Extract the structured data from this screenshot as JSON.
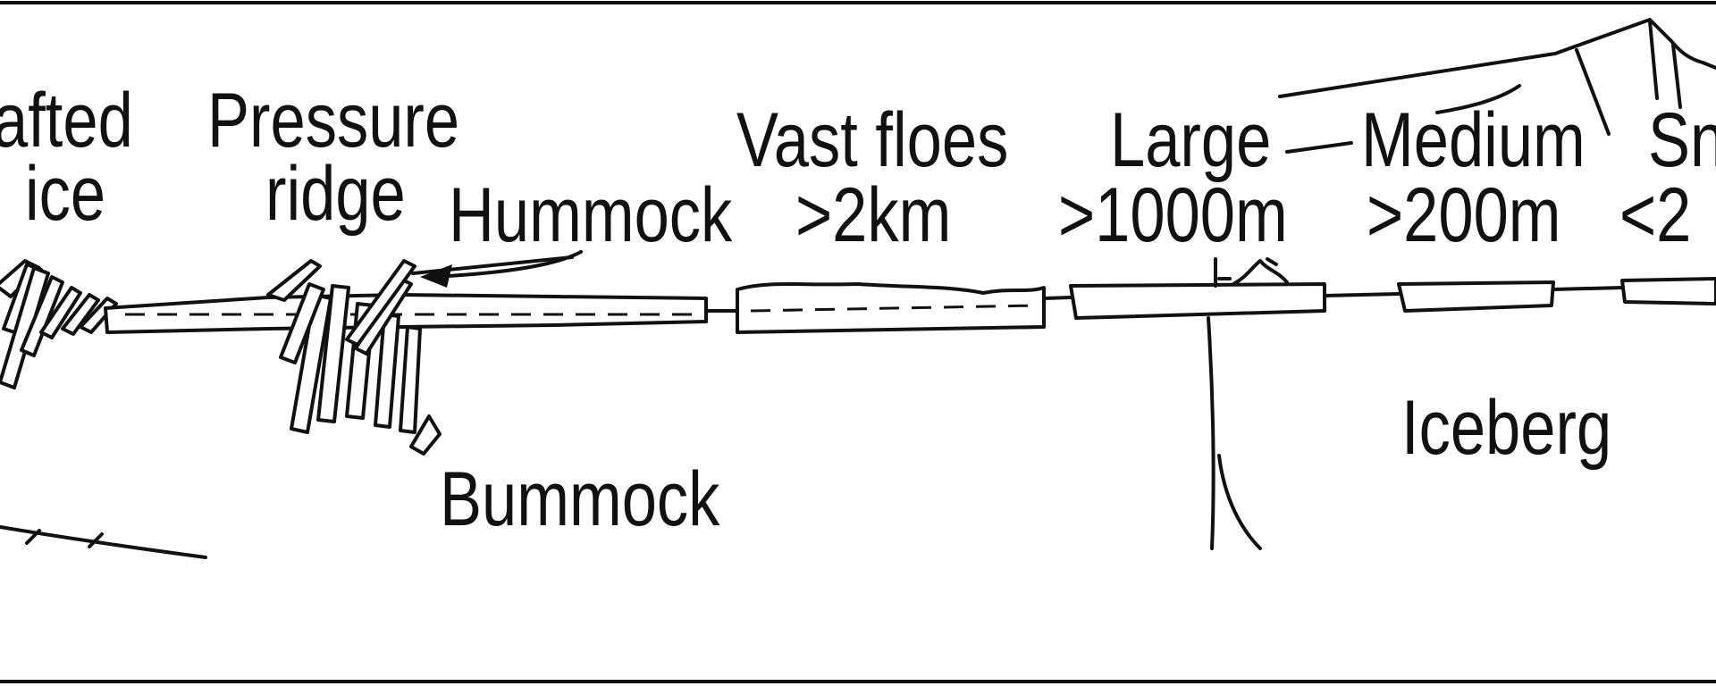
{
  "labels": {
    "rafted_line1": "afted",
    "rafted_line2": "ice",
    "pressure_line1": "Pressure",
    "pressure_line2": "ridge",
    "hummock": "Hummock",
    "vast_line1": "Vast floes",
    "vast_line2": ">2km",
    "large_line1": "Large",
    "large_line2": ">1000m",
    "medium_line1": "Medium",
    "medium_line2": ">200m",
    "small_line1": "Sn",
    "small_line2": "<2",
    "iceberg": "Iceberg",
    "bummock": "Bummock"
  }
}
